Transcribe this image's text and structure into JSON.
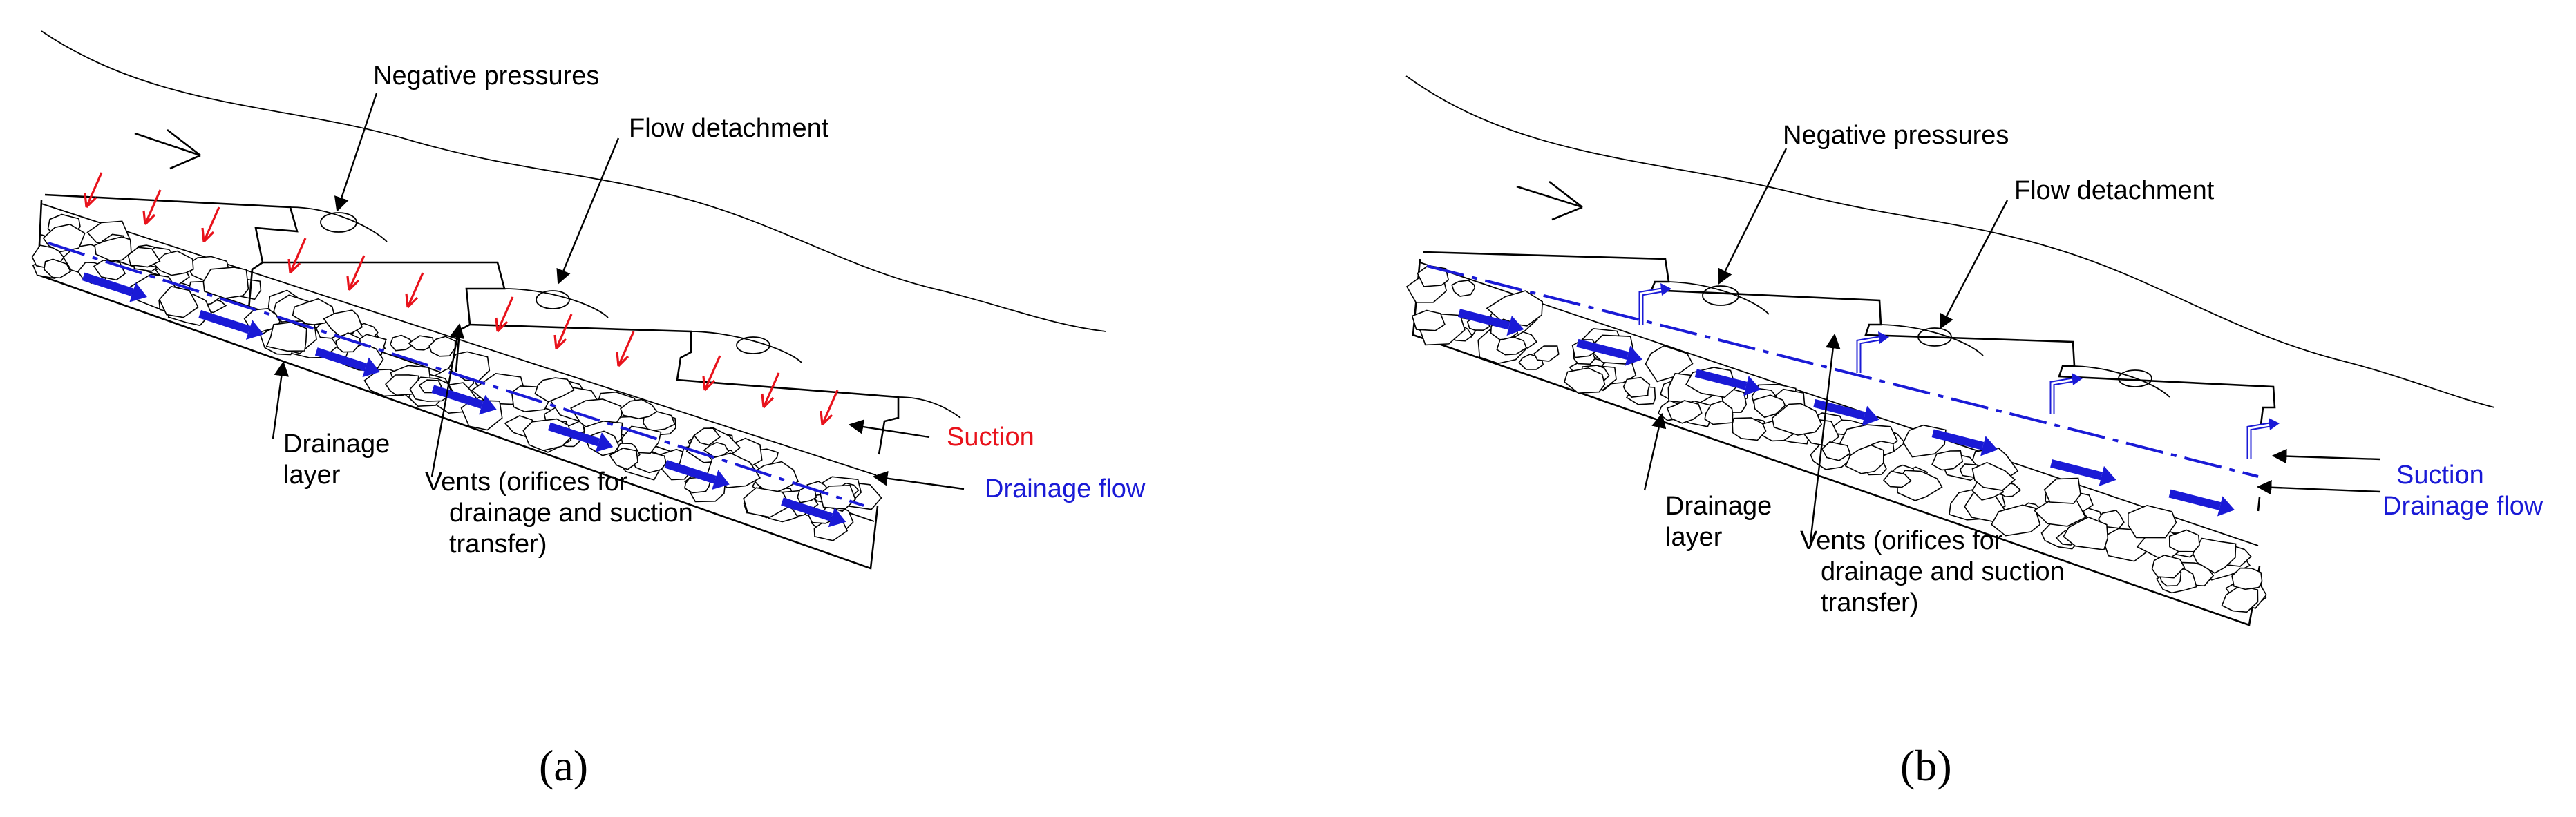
{
  "panel_a": {
    "caption": "(a)",
    "labels": {
      "negative_pressures": "Negative pressures",
      "flow_detachment": "Flow detachment",
      "drainage_layer_line1": "Drainage",
      "drainage_layer_line2": "layer",
      "vents_line1": "Vents (orifices for",
      "vents_line2": "drainage and suction",
      "vents_line3": "transfer)",
      "suction": "Suction",
      "drainage_flow": "Drainage flow"
    }
  },
  "panel_b": {
    "caption": "(b)",
    "labels": {
      "negative_pressures": "Negative pressures",
      "flow_detachment": "Flow detachment",
      "drainage_layer_line1": "Drainage",
      "drainage_layer_line2": "layer",
      "vents_line1": "Vents (orifices for",
      "vents_line2": "drainage and suction",
      "vents_line3": "transfer)",
      "suction": "Suction",
      "drainage_flow": "Drainage flow"
    }
  },
  "colors": {
    "suction_red": "#e8121b",
    "drainage_blue": "#1a1ad6",
    "line": "#000000"
  }
}
